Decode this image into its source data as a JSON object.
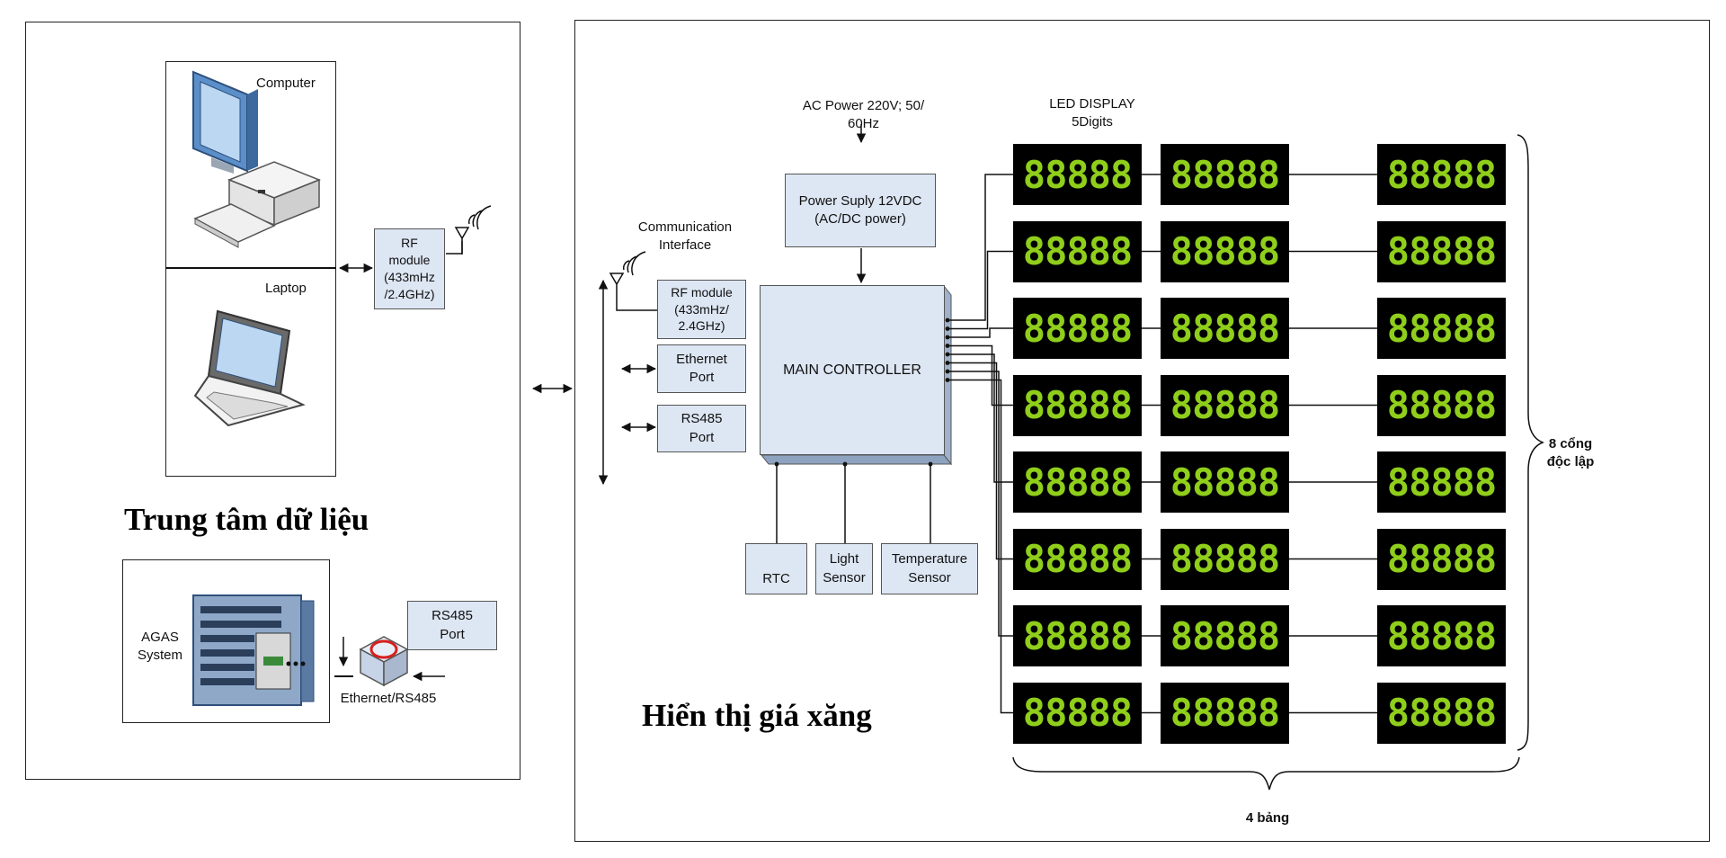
{
  "left_panel": {
    "title": "Trung tâm dữ liệu",
    "computer_label": "Computer",
    "laptop_label": "Laptop",
    "rf_module": "RF\nmodule\n(433mHz\n/2.4GHz)",
    "agas_system": "AGAS\nSystem",
    "rs485_port": "RS485\nPort",
    "ethernet_rs485": "Ethernet/RS485"
  },
  "right_panel": {
    "title": "Hiển thị giá xăng",
    "ac_power": "AC Power 220V; 50/\n60Hz",
    "power_supply": "Power Suply 12VDC\n(AC/DC power)",
    "comm_interface": "Communication\nInterface",
    "rf_module": "RF module\n(433mHz/\n2.4GHz)",
    "ethernet_port": "Ethernet\nPort",
    "rs485_port": "RS485\nPort",
    "main_controller": "MAIN CONTROLLER",
    "rtc": "RTC",
    "light_sensor": "Light\nSensor",
    "temperature_sensor": "Temperature\nSensor",
    "led_display": "LED DISPLAY\n5Digits",
    "ports_label": "8 cổng\nđộc lập",
    "boards_label": "4 bảng",
    "digit_glyph": "88888",
    "grid": {
      "rows": 8,
      "columns": 3
    }
  },
  "colors": {
    "node_fill": "#dde6f3",
    "led_background": "#000000",
    "led_digits": "#8fce1a"
  }
}
